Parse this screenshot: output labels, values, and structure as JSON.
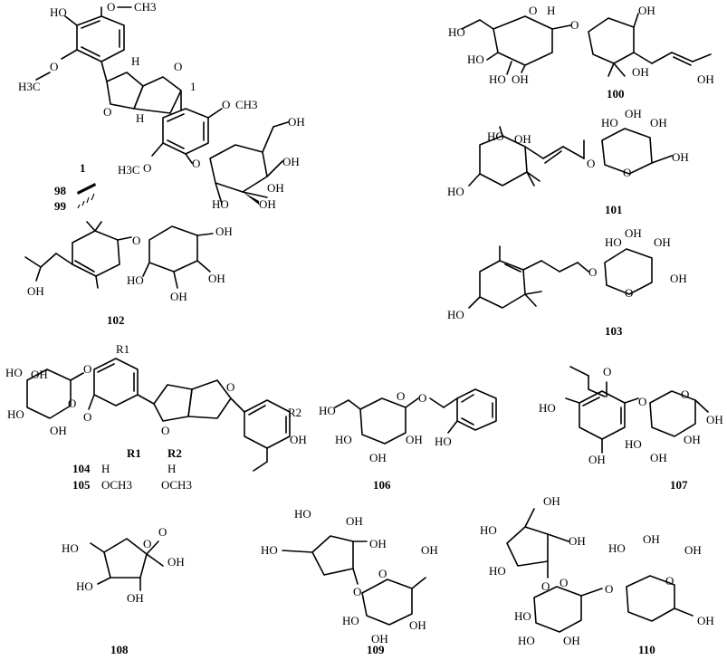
{
  "compound_ids": [
    "1",
    "98",
    "99",
    "100",
    "101",
    "102",
    "103",
    "104",
    "105",
    "106",
    "107",
    "108",
    "109",
    "110"
  ],
  "substituent_table": {
    "headers": [
      "R1",
      "R2"
    ],
    "rows": [
      {
        "id": "104",
        "r1": "H",
        "r2": "H"
      },
      {
        "id": "105",
        "r1": "OCH3",
        "r2": "OCH3"
      }
    ]
  },
  "groups": {
    "oh": "OH",
    "ho": "HO",
    "o": "O",
    "h": "H",
    "och3_top": "O",
    "ch3": "CH3",
    "h3c": "H3C",
    "r1": "R1",
    "r2": "R2",
    "locant_1": "1"
  }
}
